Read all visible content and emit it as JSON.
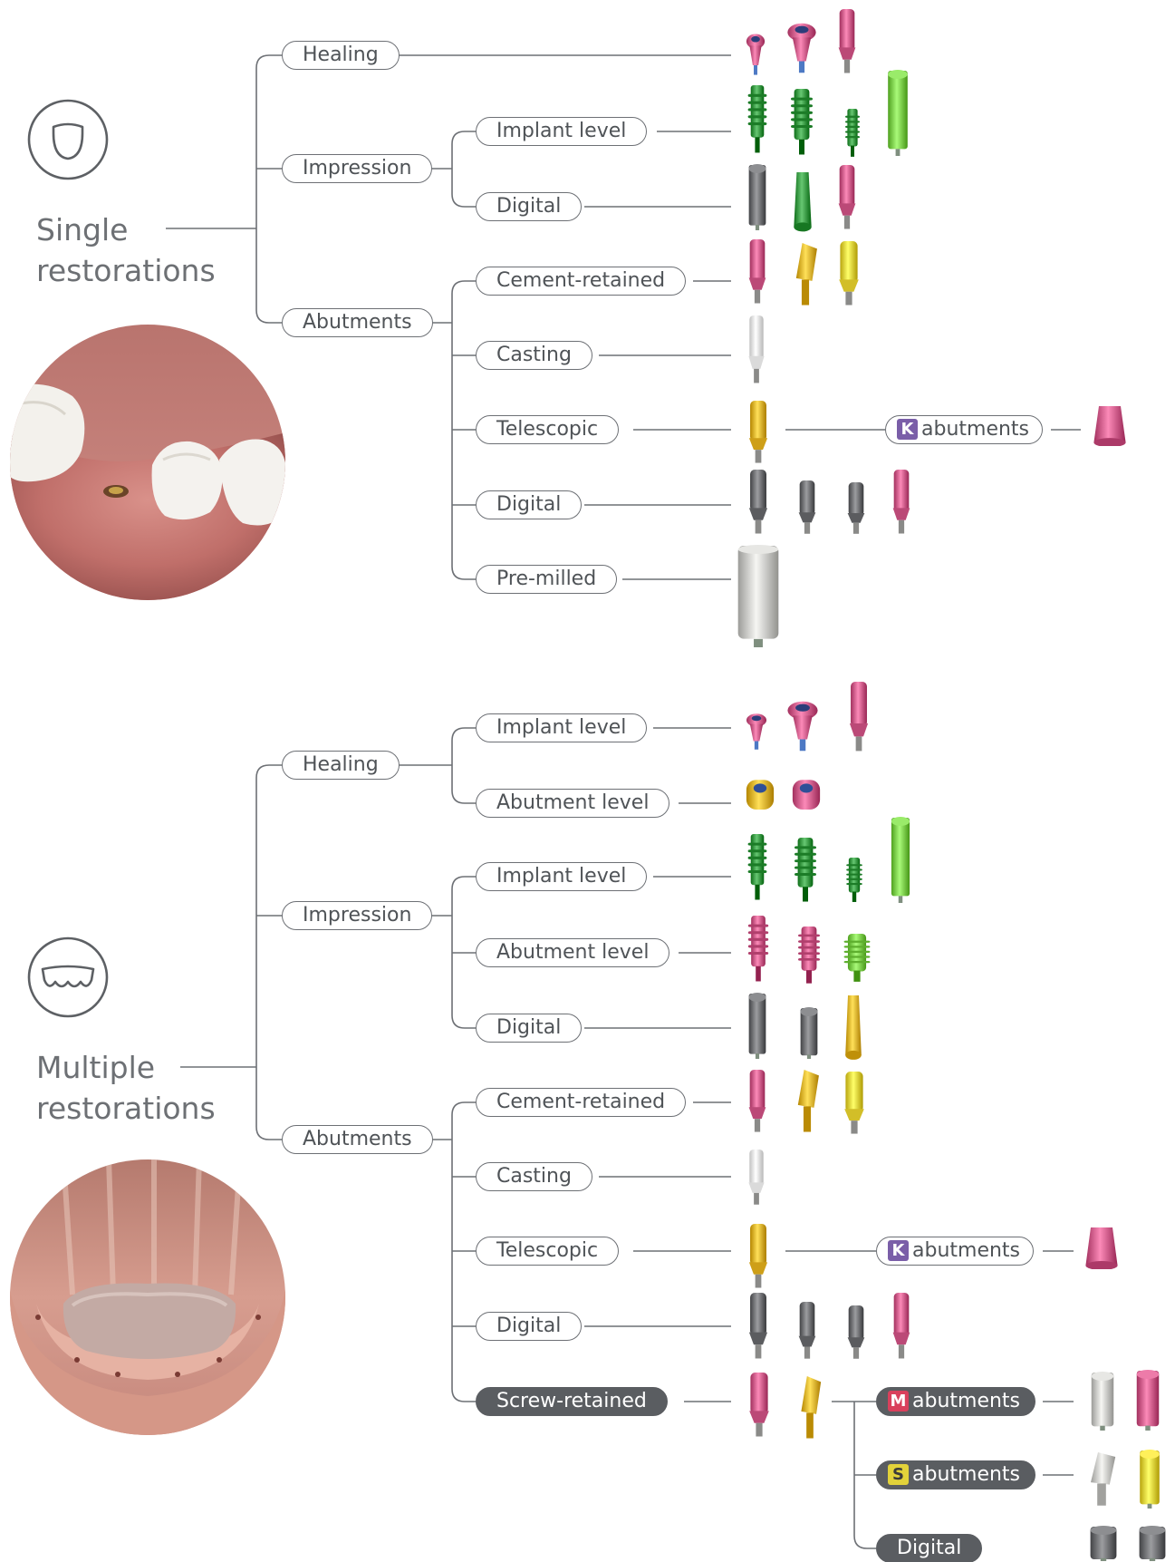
{
  "sections": {
    "single": {
      "title_line1": "Single",
      "title_line2": "restorations",
      "icon": "single-crown-icon",
      "photo": "single-gap-gingiva-photo",
      "nodes": {
        "healing": "Healing",
        "impression": "Impression",
        "impression_implant_level": "Implant level",
        "impression_digital": "Digital",
        "abutments": "Abutments",
        "cement_retained": "Cement-retained",
        "casting": "Casting",
        "telescopic": "Telescopic",
        "telescopic_k_badge": "K",
        "telescopic_k_label": "abutments",
        "digital": "Digital",
        "pre_milled": "Pre-milled"
      }
    },
    "multiple": {
      "title_line1": "Multiple",
      "title_line2": "restorations",
      "icon": "multiple-crowns-icon",
      "photo": "edentulous-arch-photo",
      "nodes": {
        "healing": "Healing",
        "healing_implant_level": "Implant level",
        "healing_abutment_level": "Abutment level",
        "impression": "Impression",
        "impression_implant_level": "Implant level",
        "impression_abutment_level": "Abutment level",
        "impression_digital": "Digital",
        "abutments": "Abutments",
        "cement_retained": "Cement-retained",
        "casting": "Casting",
        "telescopic": "Telescopic",
        "telescopic_k_badge": "K",
        "telescopic_k_label": "abutments",
        "digital": "Digital",
        "screw_retained": "Screw-retained",
        "m_badge": "M",
        "m_label": "abutments",
        "s_badge": "S",
        "s_label": "abutments",
        "screw_digital": "Digital"
      }
    }
  },
  "colors": {
    "line": "#6d7075",
    "pill_border": "#6d7075",
    "dark_pill": "#5a5d61",
    "badge_k": "#7a5ea8",
    "badge_m": "#d9405c",
    "badge_s": "#e2d23a",
    "part_pink": "#cf5d8b",
    "part_green": "#3a9a45",
    "part_lightgreen": "#7ccd4c",
    "part_gold": "#e2b32c",
    "part_yellow": "#e6d23c",
    "part_grey": "#6f7073",
    "part_silver": "#c9c9c6",
    "part_white": "#eeeeee"
  }
}
